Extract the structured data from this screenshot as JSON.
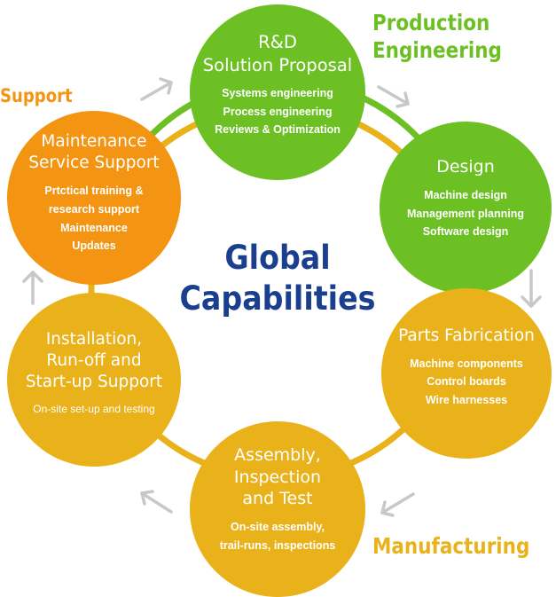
{
  "center": {
    "line1": "Global",
    "line2": "Capabilities"
  },
  "phases": {
    "production": {
      "line1": "Production",
      "line2": "Engineering",
      "color": "#6cc024"
    },
    "support": {
      "label": "Support",
      "color": "#f39512"
    },
    "manufacturing": {
      "label": "Manufacturing",
      "color": "#eab21a"
    }
  },
  "nodes": {
    "rd": {
      "title": [
        "R&D",
        "Solution Proposal"
      ],
      "items": [
        "Systems engineering",
        "Process engineering",
        "Reviews & Optimization"
      ],
      "color": "#6cc024"
    },
    "design": {
      "title": [
        "Design"
      ],
      "items": [
        "Machine design",
        "Management planning",
        "Software design"
      ],
      "color": "#6cc024"
    },
    "parts": {
      "title": [
        "Parts Fabrication"
      ],
      "items": [
        "Machine components",
        "Control boards",
        "Wire harnesses"
      ],
      "color": "#eab21a"
    },
    "assembly": {
      "title": [
        "Assembly,",
        "Inspection",
        "and Test"
      ],
      "items": [
        "On-site assembly,",
        "trail-runs, inspections"
      ],
      "color": "#eab21a"
    },
    "install": {
      "title": [
        "Installation,",
        "Run-off and",
        "Start-up Support"
      ],
      "items": [
        "On-site set-up and testing"
      ],
      "color": "#eab21a"
    },
    "maint": {
      "title": [
        "Maintenance",
        "Service Support"
      ],
      "items": [
        "Prtctical training &",
        "research support",
        "Maintenance",
        "Updates"
      ],
      "color": "#f39512"
    }
  },
  "colors": {
    "ring_green": "#6cc024",
    "ring_yellow": "#eab21a",
    "arrow": "#c8c8c8",
    "center_text": "#1b3f8f"
  },
  "arrow_icon": "chevron-arrow-icon"
}
